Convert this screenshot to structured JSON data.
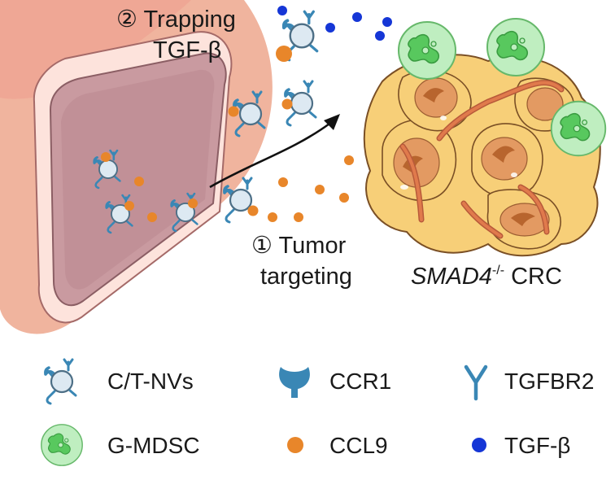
{
  "labels": {
    "step2_line1": "② Trapping",
    "step2_line2": "TGF-β",
    "step1_line1": "① Tumor",
    "step1_line2": "targeting",
    "tumor_gene": "SMAD4",
    "tumor_sup": "-/-",
    "tumor_type": " CRC"
  },
  "legend": {
    "items": [
      {
        "icon": "nanovesicle-icon",
        "label": "C/T-NVs"
      },
      {
        "icon": "ccr1-receptor-icon",
        "label": "CCR1"
      },
      {
        "icon": "tgfbr2-receptor-icon",
        "label": "TGFBR2"
      },
      {
        "icon": "g-mdsc-cell-icon",
        "label": "G-MDSC"
      },
      {
        "icon": "ccl9-dot-icon",
        "label": "CCL9"
      },
      {
        "icon": "tgf-beta-dot-icon",
        "label": "TGF-β"
      }
    ]
  },
  "colors": {
    "ccl9": "#e8862a",
    "tgf_beta": "#1536d6",
    "receptor": "#3a87b5",
    "vesicle": "#dde9f2",
    "mdsc": "#8fdc90",
    "tumor_cell": "#f7cf78",
    "tumor_nucleus": "#e39a62",
    "vessel_wall": "#f0b49e",
    "vessel_lumen": "#c99aa0",
    "blood_vessel_strand": "#e07a4c"
  }
}
